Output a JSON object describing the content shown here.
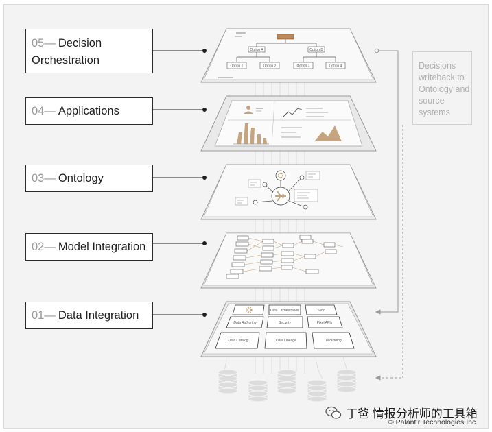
{
  "layers": [
    {
      "num": "05—",
      "name": "Decision Orchestration"
    },
    {
      "num": "04—",
      "name": "Applications"
    },
    {
      "num": "03—",
      "name": "Ontology"
    },
    {
      "num": "02—",
      "name": "Model Integration"
    },
    {
      "num": "01—",
      "name": "Data Integration"
    }
  ],
  "writeback_note": "Decisions writeback to Ontology and source systems",
  "decision_tree": {
    "root": "",
    "branches": [
      "Option A",
      "Option B"
    ],
    "leaves": [
      "Option 1",
      "Option 2",
      "Option 3",
      "Option 4"
    ]
  },
  "data_tiles": [
    "Data Orchestration",
    "Sync",
    "Data Authoring",
    "Security",
    "Pixel APIs",
    "Data Catalog",
    "Data Lineage",
    "Versioning"
  ],
  "watermark": "丁爸 情报分析师的工具箱",
  "copyright": "© Palantir Technologies Inc.",
  "colors": {
    "accent": "#c4a57f",
    "accent_dark": "#a8855d",
    "line": "#555555",
    "panel": "#f7f7f7",
    "db": "#dcdcdc"
  },
  "icons": [
    "gear-icon",
    "airplane-icon",
    "person-icon",
    "line-chart-icon",
    "bar-chart-icon",
    "area-chart-icon",
    "database-icon",
    "wechat-icon"
  ]
}
